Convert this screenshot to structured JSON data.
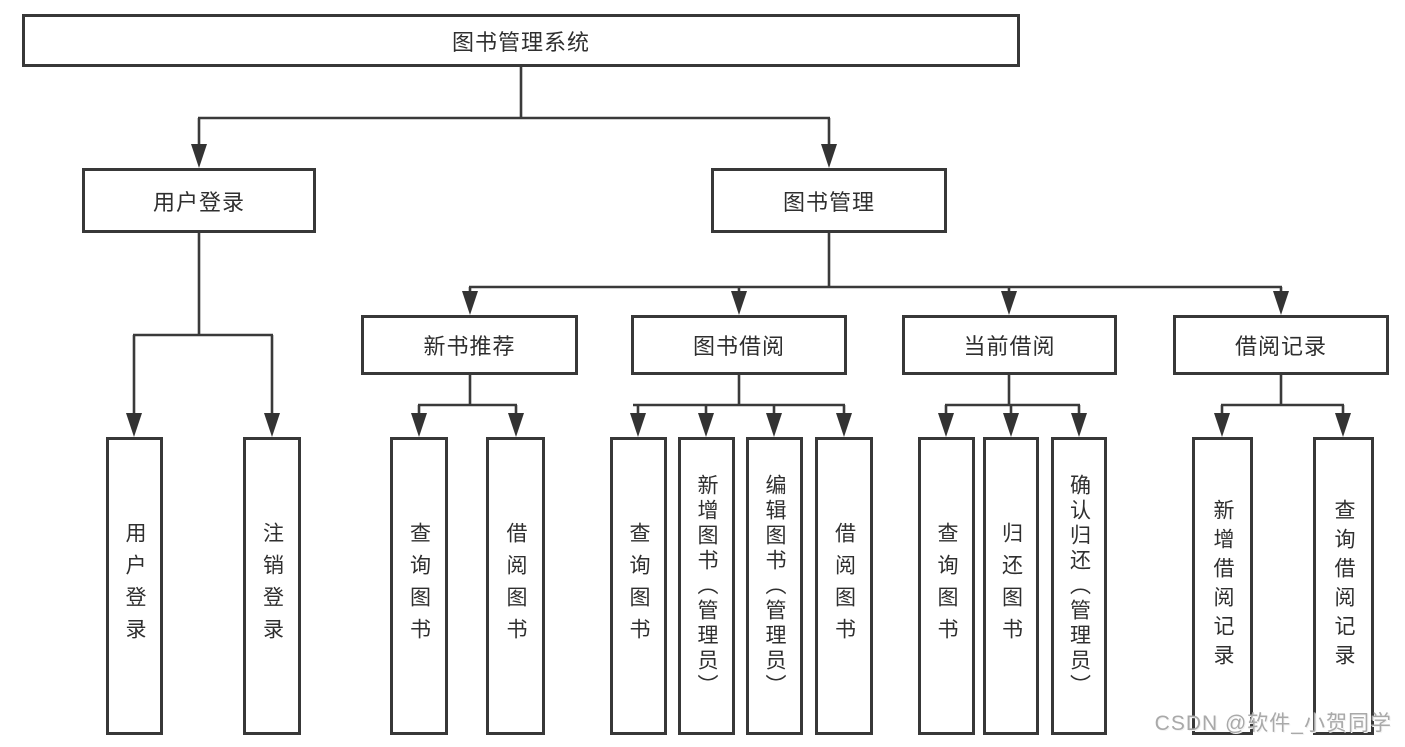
{
  "diagram": {
    "watermark": "CSDN @软件_小贺同学",
    "colors": {
      "background": "#ffffff",
      "line": "#3a3a3a",
      "box_border": "#383838",
      "text": "#2f2f2f",
      "watermark_text": "#a9a9a9"
    },
    "nodes": {
      "root": {
        "label": "图书管理系统"
      },
      "user_login": {
        "label": "用户登录"
      },
      "book_mgmt": {
        "label": "图书管理"
      },
      "new_book_rec": {
        "label": "新书推荐"
      },
      "book_borrow": {
        "label": "图书借阅"
      },
      "current_borrow": {
        "label": "当前借阅"
      },
      "borrow_records": {
        "label": "借阅记录"
      },
      "leaf_user_login": {
        "label": "用户登录"
      },
      "leaf_logout": {
        "label": "注销登录"
      },
      "leaf_query_books_1": {
        "label": "查询图书"
      },
      "leaf_borrow_books_1": {
        "label": "借阅图书"
      },
      "leaf_query_books_2": {
        "label": "查询图书"
      },
      "leaf_add_books": {
        "label": "新增图书（管理员）"
      },
      "leaf_edit_books": {
        "label": "编辑图书（管理员）"
      },
      "leaf_borrow_books_2": {
        "label": "借阅图书"
      },
      "leaf_query_books_3": {
        "label": "查询图书"
      },
      "leaf_return_books": {
        "label": "归还图书"
      },
      "leaf_confirm_return": {
        "label": "确认归还（管理员）"
      },
      "leaf_add_borrow_record": {
        "label": "新增借阅记录"
      },
      "leaf_query_borrow_record": {
        "label": "查询借阅记录"
      }
    },
    "hierarchy": {
      "root": "图书管理系统",
      "children": {
        "用户登录": [
          "用户登录",
          "注销登录"
        ],
        "图书管理": {
          "新书推荐": [
            "查询图书",
            "借阅图书"
          ],
          "图书借阅": [
            "查询图书",
            "新增图书（管理员）",
            "编辑图书（管理员）",
            "借阅图书"
          ],
          "当前借阅": [
            "查询图书",
            "归还图书",
            "确认归还（管理员）"
          ],
          "借阅记录": [
            "新增借阅记录",
            "查询借阅记录"
          ]
        }
      }
    }
  }
}
